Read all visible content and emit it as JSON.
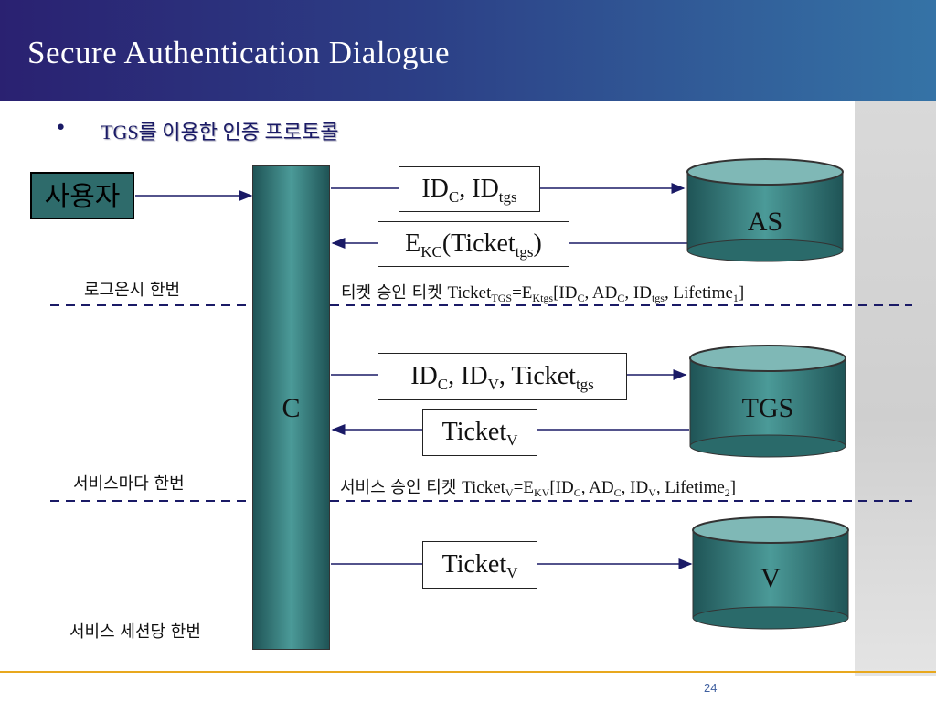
{
  "slide": {
    "title": "Secure Authentication Dialogue",
    "bullet_symbol": "•",
    "bullet_text": "TGS를 이용한 인증 프로토콜",
    "page_number": "24"
  },
  "actors": {
    "user": "사용자",
    "client": "C",
    "as": "AS",
    "tgs": "TGS",
    "v": "V"
  },
  "messages": {
    "m1": {
      "main": "ID",
      "sub1": "C",
      "sep": ", ID",
      "sub2": "tgs"
    },
    "m2": {
      "main": "E",
      "sub1": "KC",
      "mid": "(Ticket",
      "sub2": "tgs",
      "end": ")"
    },
    "m3": {
      "p1": "ID",
      "s1": "C",
      "p2": ", ID",
      "s2": "V",
      "p3": ", Ticket",
      "s3": "tgs"
    },
    "m4": {
      "p1": "Ticket",
      "s1": "V"
    },
    "m5": {
      "p1": "Ticket",
      "s1": "V"
    }
  },
  "phase_labels": {
    "login": "로그온시 한번",
    "service": "서비스마다 한번",
    "session": "서비스 세션당 한번"
  },
  "ticket_notes": {
    "tgs_ticket": {
      "ko": "티켓 승인 티켓 ",
      "t1": "Ticket",
      "s1": "TGS",
      "t2": "=E",
      "s2": "Ktgs",
      "t3": "[ID",
      "s3": "C",
      "t4": ", AD",
      "s4": "C",
      "t5": ", ID",
      "s5": "tgs",
      "t6": ", Lifetime",
      "s6": "1",
      "t7": "]"
    },
    "service_ticket": {
      "ko": "서비스 승인 티켓 ",
      "t1": "Ticket",
      "s1": "V",
      "t2": "=E",
      "s2": "KV",
      "t3": "[ID",
      "s3": "C",
      "t4": ", AD",
      "s4": "C",
      "t5": ", ID",
      "s5": "V",
      "t6": ", Lifetime",
      "s6": "2",
      "t7": "]"
    }
  },
  "colors": {
    "title_gradient_start": "#2a2171",
    "title_gradient_end": "#3573a6",
    "teal": "#2e6b6b",
    "arrow": "#1a1a66",
    "footer_line": "#e8a81e"
  }
}
